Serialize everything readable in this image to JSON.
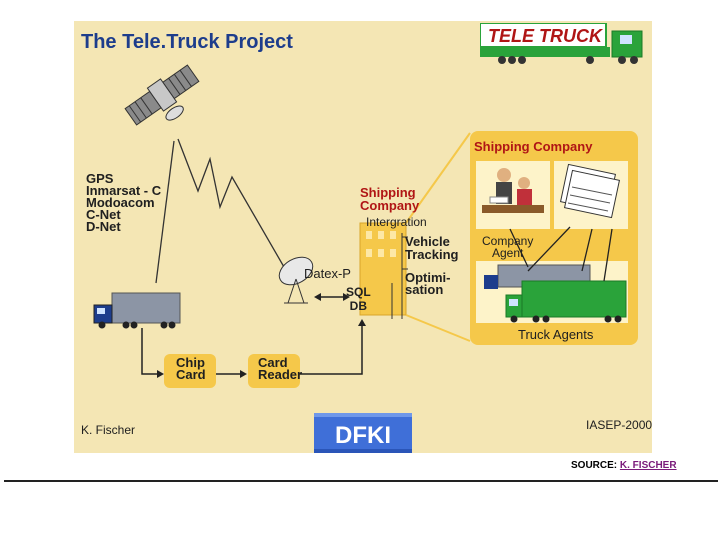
{
  "slide": {
    "title": "The Tele.Truck Project",
    "networks": [
      "GPS",
      "Inmarsat - C",
      "Modoacom",
      "C-Net",
      "D-Net"
    ],
    "shipping_company_left": [
      "Shipping",
      "Company"
    ],
    "integration": "Intergration",
    "vehicle_tracking": [
      "Vehicle",
      "Tracking"
    ],
    "optimisation": [
      "Optimi-",
      "sation"
    ],
    "datex": "Datex-P",
    "sql_db": [
      "SQL",
      "DB"
    ],
    "chip_card": [
      "Chip",
      "Card"
    ],
    "card_reader": [
      "Card",
      "Reader"
    ],
    "author": "K. Fischer",
    "conference": "IASEP-2000",
    "panel": {
      "title": "Shipping Company",
      "company_agent": [
        "Company",
        "Agent"
      ],
      "truck_agents": "Truck Agents"
    },
    "logo_text": "TELE TRUCK",
    "dfki_logo": "DFKI"
  },
  "source": {
    "label": "SOURCE: ",
    "name": "K. FISCHER"
  },
  "colors": {
    "background": "#f4e6b4",
    "accent": "#f5c84a",
    "title": "#1d3d8c",
    "red": "#b01515",
    "truck_green": "#2aa33a"
  }
}
